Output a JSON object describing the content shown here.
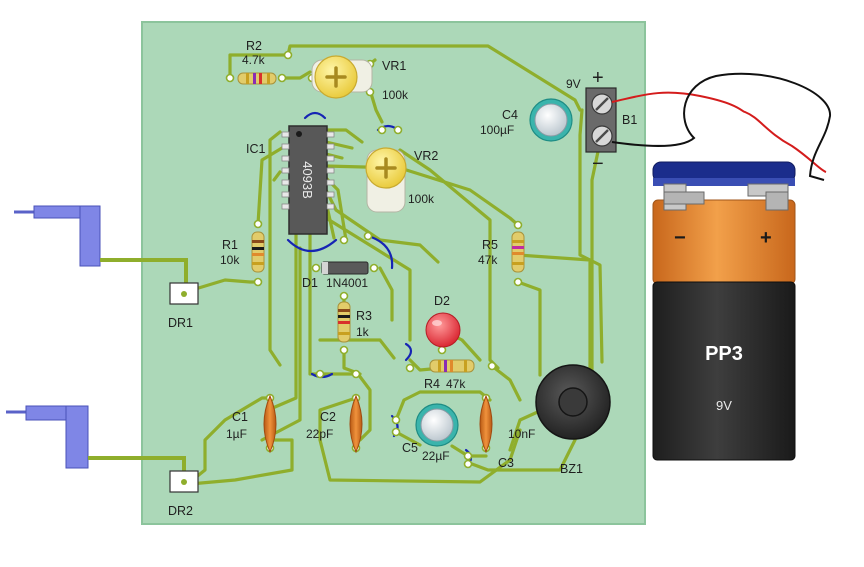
{
  "labels": {
    "r2": "R2",
    "r2_val": "4.7k",
    "vr1": "VR1",
    "vr1_val": "100k",
    "ic1": "IC1",
    "ic1_chip": "4093B",
    "vr2": "VR2",
    "vr2_val": "100k",
    "c4": "C4",
    "c4_val": "100µF",
    "b1": "B1",
    "b1_volt": "9V",
    "b1_plus": "+",
    "b1_minus": "−",
    "r1": "R1",
    "r1_val": "10k",
    "d1": "D1",
    "d1_val": "1N4001",
    "r5": "R5",
    "r5_val": "47k",
    "dr1": "DR1",
    "d2": "D2",
    "r3": "R3",
    "r3_val": "1k",
    "r4": "R4",
    "r4_val": "47k",
    "c1": "C1",
    "c1_val": "1µF",
    "c2": "C2",
    "c2_val": "22pF",
    "c5": "C5",
    "c5_val": "22µF",
    "c3": "C3",
    "c3_val": "10nF",
    "bz1": "BZ1",
    "dr2": "DR2"
  },
  "battery": {
    "name": "PP3",
    "voltage": "9V",
    "minus": "−",
    "plus": "+"
  },
  "colors": {
    "board": "#acd8b8",
    "trace": "#8fae2c",
    "jumper": "#1624b4",
    "battery_body": "#e58a2c",
    "battery_cap": "#1b2d8c",
    "led": "#e8323c",
    "capacitor": "#d8782c",
    "probe": "#7f86e6"
  }
}
